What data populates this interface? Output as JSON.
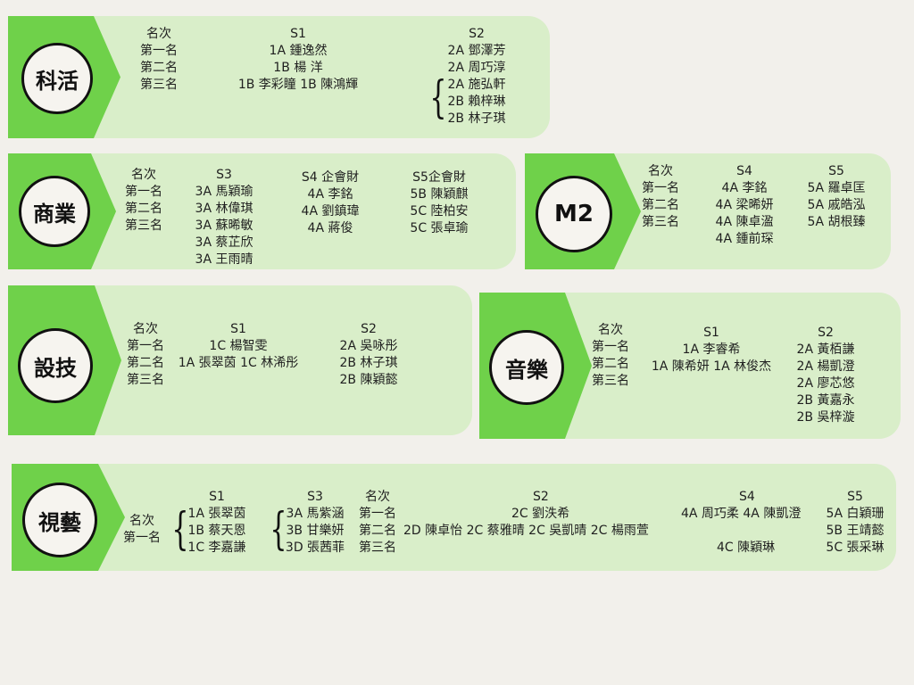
{
  "kehuo": {
    "name": "科活",
    "rank": [
      "名次",
      "第一名",
      "第二名",
      "第三名"
    ],
    "s1": [
      "S1",
      "1A 鍾逸然",
      "1B 楊  洋",
      "1B 李彩瞳  1B 陳鴻輝"
    ],
    "s2": [
      "S2",
      "2A 鄧澤芳",
      "2A 周巧淳",
      "2A 施弘軒",
      "2B 賴梓琳",
      "2B 林子琪"
    ]
  },
  "shangye": {
    "name": "商業",
    "rank": [
      "名次",
      "第一名",
      "第二名",
      "第三名"
    ],
    "s3": [
      "S3",
      "3A 馬穎瑜",
      "3A 林偉琪",
      "3A 蘇晞敏",
      "3A 蔡芷欣",
      "3A 王雨晴"
    ],
    "s4": [
      "S4 企會財",
      "4A 李銘",
      "4A 劉鎮瑋",
      "4A 蔣俊"
    ],
    "s5": [
      "S5企會財",
      "5B 陳穎麒",
      "5C 陸柏安",
      "5C 張卓瑜"
    ]
  },
  "m2": {
    "name": "M2",
    "rank": [
      "名次",
      "第一名",
      "第二名",
      "第三名"
    ],
    "s4": [
      "S4",
      "4A 李銘",
      "4A 梁晞妍",
      "4A 陳卓溋",
      "4A 鍾前琛"
    ],
    "s5": [
      "S5",
      "5A 羅卓匡",
      "5A 戚皓泓",
      "5A 胡根臻"
    ]
  },
  "sheji": {
    "name": "設技",
    "rank": [
      "名次",
      "第一名",
      "第二名",
      "第三名"
    ],
    "s1": [
      "S1",
      "1C 楊智雯",
      "1A 張翠茵  1C 林浠彤"
    ],
    "s2": [
      "S2",
      "2A 吳咏彤",
      "2B 林子琪",
      "2B 陳穎懿"
    ]
  },
  "yinyue": {
    "name": "音樂",
    "rank": [
      "名次",
      "第一名",
      "第二名",
      "第三名"
    ],
    "s1": [
      "S1",
      "1A 李睿希",
      "1A 陳希妍  1A 林俊杰"
    ],
    "s2": [
      "S2",
      "2A 黃栢謙",
      "2A 楊凱澄",
      "2A 廖芯悠",
      "2B 黃嘉永",
      "2B 吳梓漩"
    ]
  },
  "shiyi": {
    "name": "視藝",
    "rank_a": [
      "名次",
      "第一名"
    ],
    "s1": [
      "S1",
      "1A 張翠茵",
      "1B 蔡天恩",
      "1C 李嘉謙"
    ],
    "s3": [
      "S3",
      "3A 馬紫涵",
      "3B 甘樂妍",
      "3D 張茜菲"
    ],
    "rank_b": [
      "名次",
      "第一名",
      "第二名",
      "第三名"
    ],
    "s2_title": "S2",
    "s2_first": "2C 劉泆希",
    "s2_second": "2D 陳卓怡  2C 蔡雅晴  2C 吳凱晴  2C 楊雨萱",
    "s4_title": "S4",
    "s4_first": "4A 周巧柔  4A 陳凱澄",
    "s4_third": "4C 陳穎琳",
    "s5": [
      "S5",
      "5A 白穎珊",
      "5B 王靖懿",
      "5C 張采琳"
    ]
  },
  "colors": {
    "green": "#6fd14a",
    "panel": "#d9eec9",
    "page": "#f2f0eb"
  }
}
